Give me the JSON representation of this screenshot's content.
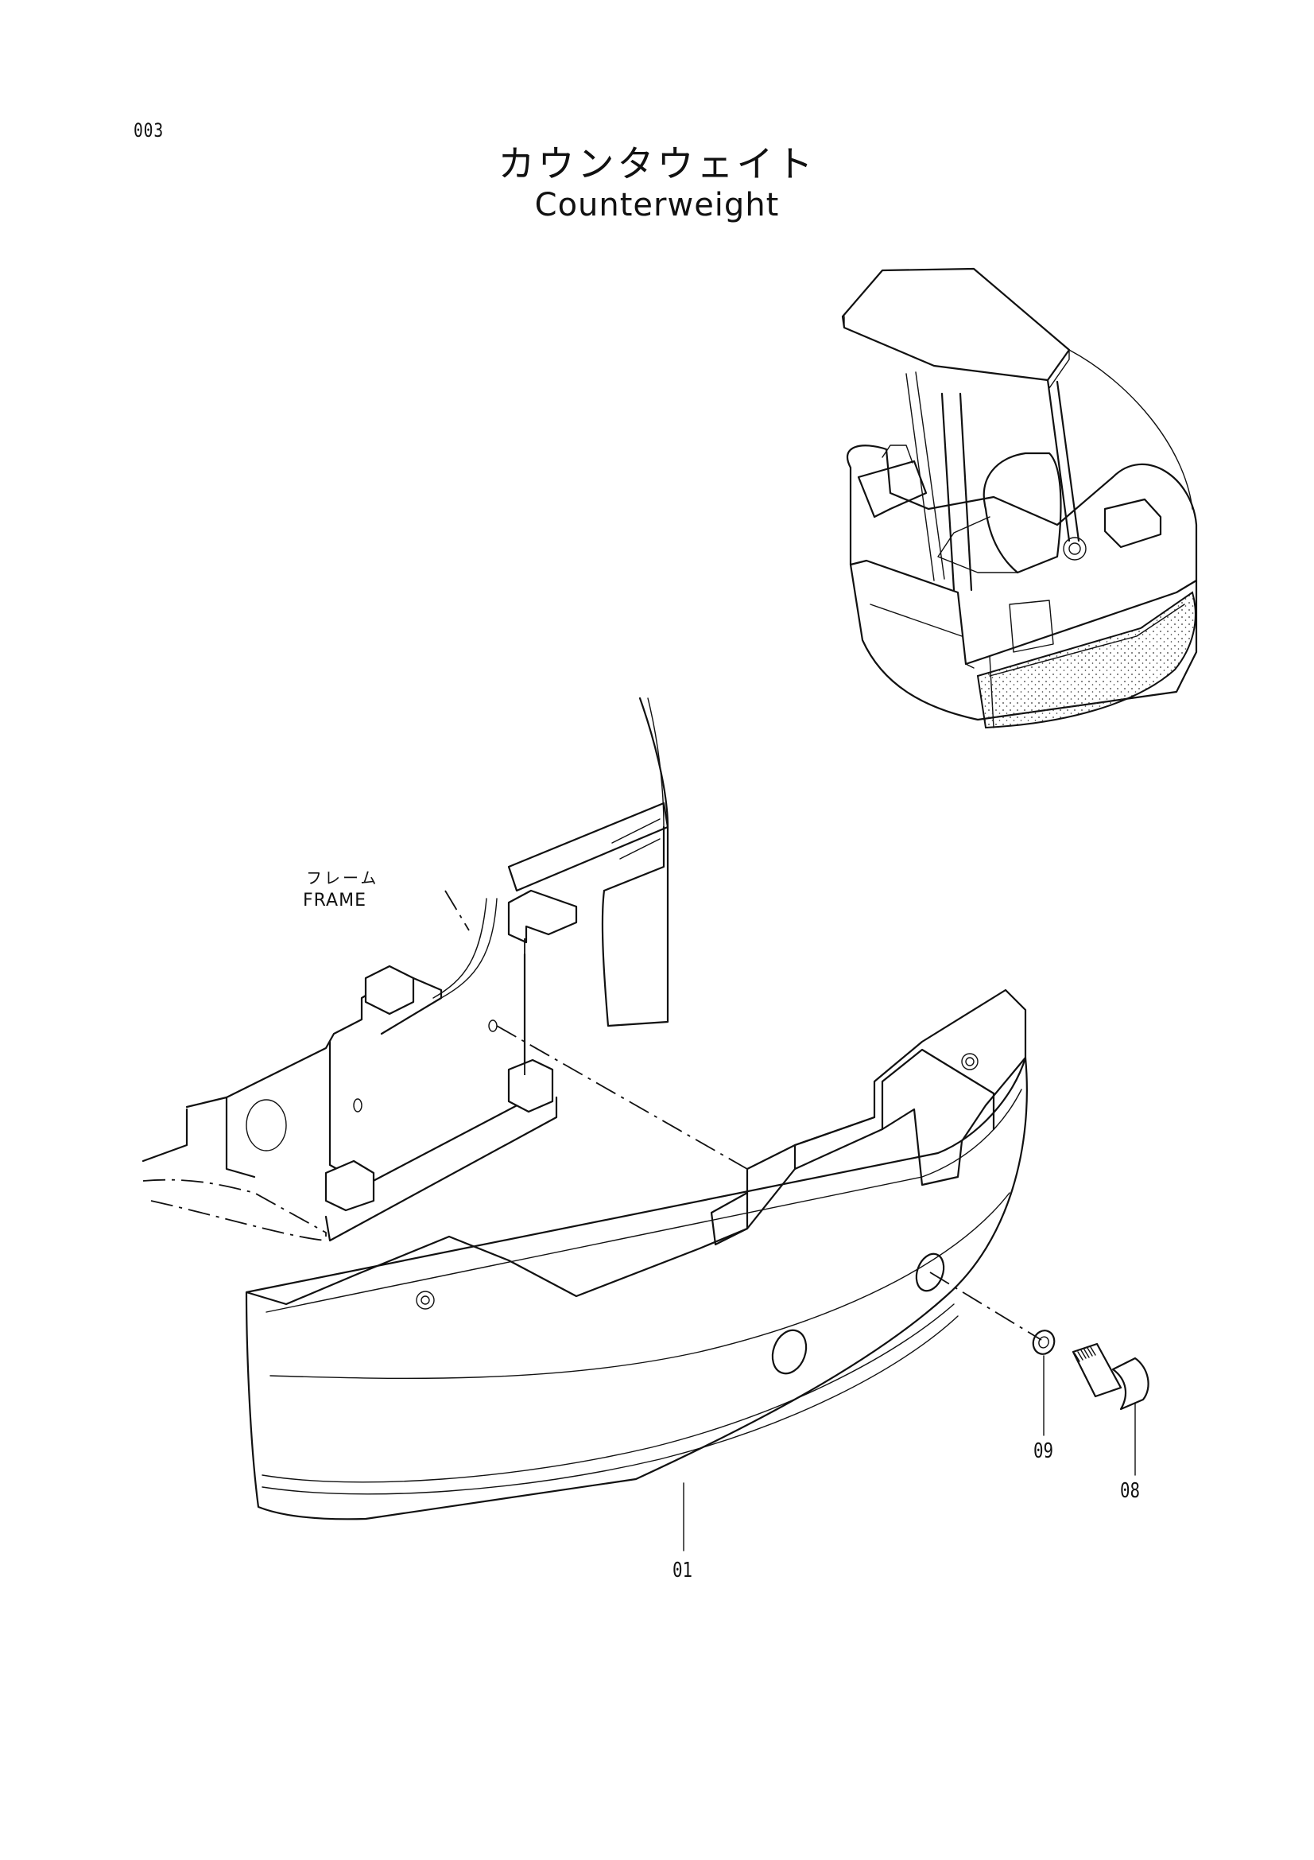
{
  "page_number": "003",
  "title": {
    "japanese": "カウンタウェイト",
    "english": "Counterweight"
  },
  "frame_label": {
    "japanese": "フレーム",
    "english": "FRAME"
  },
  "callouts": {
    "counterweight": "01",
    "washer": "09",
    "bolt": "08"
  }
}
